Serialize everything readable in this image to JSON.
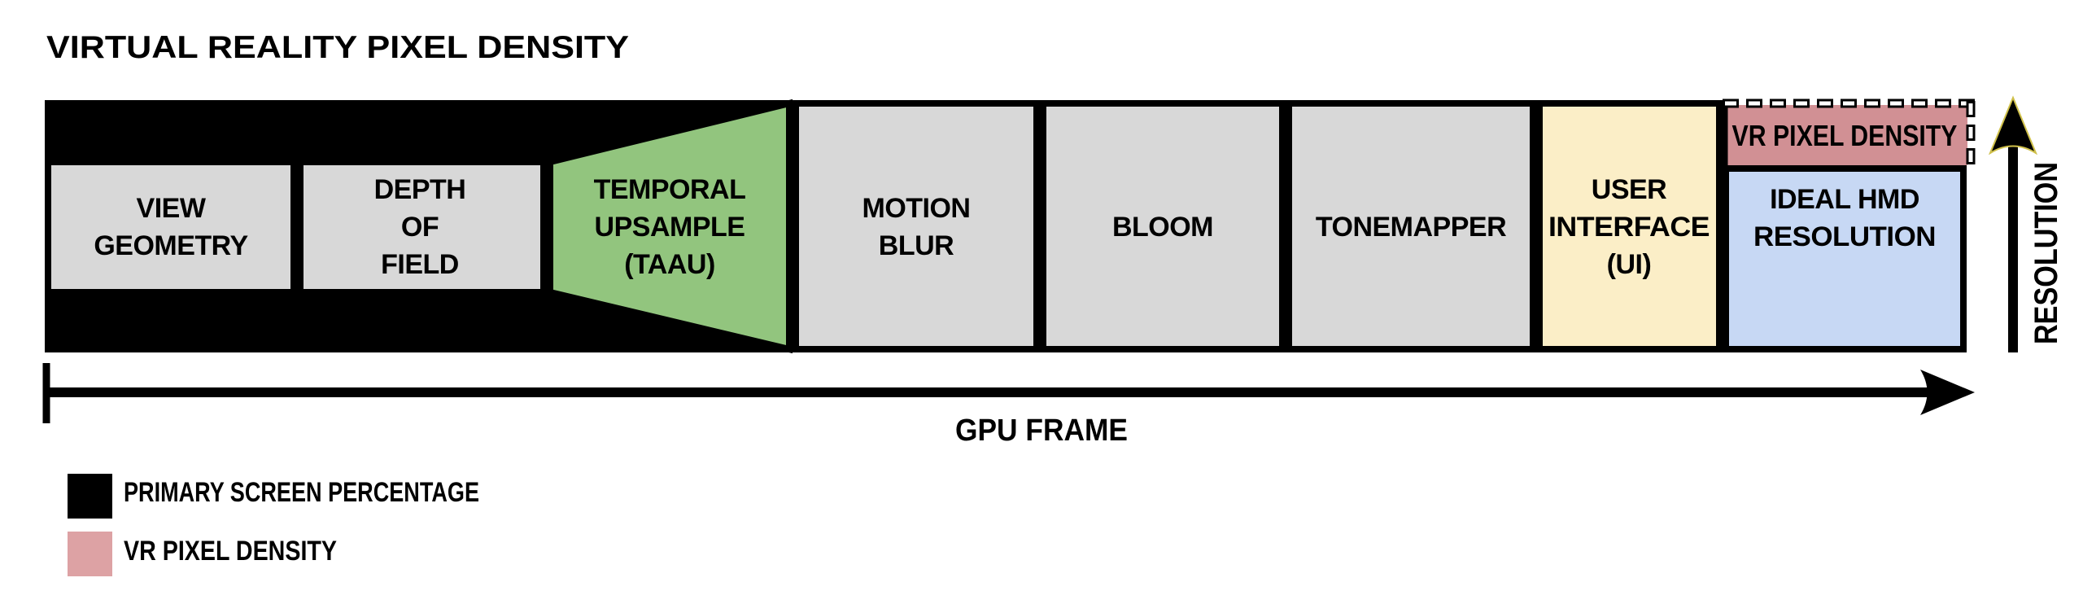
{
  "title": "VIRTUAL REALITY PIXEL DENSITY",
  "colors": {
    "stage_gray": "#d8d8d8",
    "taau_green": "#92c57e",
    "ui_yellow": "#fbeec7",
    "hmd_blue": "#c7d8f4",
    "vr_pink": "#d19094",
    "legend_black": "#000000",
    "legend_pink": "#dda2a4"
  },
  "pipeline": {
    "stages": [
      {
        "id": "view-geometry",
        "lines": [
          "VIEW",
          "GEOMETRY"
        ]
      },
      {
        "id": "depth-of-field",
        "lines": [
          "DEPTH",
          "OF",
          "FIELD"
        ]
      },
      {
        "id": "temporal-upsample",
        "lines": [
          "TEMPORAL",
          "UPSAMPLE",
          "(TAAU)"
        ]
      },
      {
        "id": "motion-blur",
        "lines": [
          "MOTION",
          "BLUR"
        ]
      },
      {
        "id": "bloom",
        "lines": [
          "BLOOM"
        ]
      },
      {
        "id": "tonemapper",
        "lines": [
          "TONEMAPPER"
        ]
      },
      {
        "id": "user-interface",
        "lines": [
          "USER",
          "INTERFACE",
          "(UI)"
        ]
      },
      {
        "id": "ideal-hmd-resolution",
        "lines": [
          "IDEAL HMD",
          "RESOLUTION"
        ]
      }
    ],
    "vr_pixel_density_label": "VR PIXEL DENSITY"
  },
  "axes": {
    "x_label": "GPU FRAME",
    "y_label": "RESOLUTION"
  },
  "legend": {
    "items": [
      {
        "label": "PRIMARY SCREEN PERCENTAGE",
        "color": "#000000"
      },
      {
        "label": "VR PIXEL DENSITY",
        "color": "#dda2a4"
      }
    ]
  }
}
